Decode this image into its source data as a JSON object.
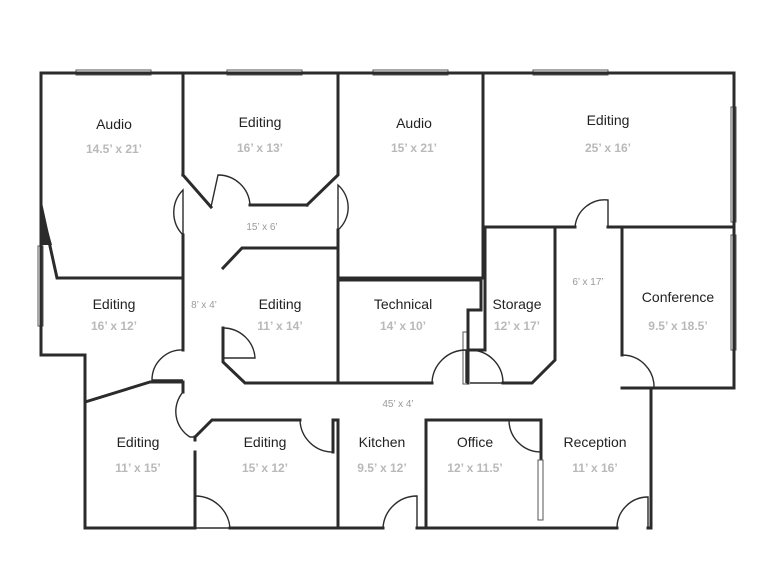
{
  "rooms": [
    {
      "name": "Audio",
      "dims": "14.5’ x 21’"
    },
    {
      "name": "Editing",
      "dims": "16’ x 13’"
    },
    {
      "name": "Audio",
      "dims": "15’ x 21’"
    },
    {
      "name": "Editing",
      "dims": "25’ x 16’"
    },
    {
      "name": "Editing",
      "dims": "16’ x 12’"
    },
    {
      "name": "Editing",
      "dims": "11’ x 14’"
    },
    {
      "name": "Technical",
      "dims": "14’ x 10’"
    },
    {
      "name": "Storage",
      "dims": "12’ x 17’"
    },
    {
      "name": "Conference",
      "dims": "9.5’ x 18.5’"
    },
    {
      "name": "Editing",
      "dims": "11’ x 15’"
    },
    {
      "name": "Editing",
      "dims": "15’ x 12’"
    },
    {
      "name": "Kitchen",
      "dims": "9.5’ x 12’"
    },
    {
      "name": "Office",
      "dims": "12’ x 11.5’"
    },
    {
      "name": "Reception",
      "dims": "11’ x 16’"
    }
  ],
  "hallways": [
    {
      "dims": "15’ x 6’"
    },
    {
      "dims": "8’ x 4’"
    },
    {
      "dims": "6’ x 17’"
    },
    {
      "dims": "45’ x 4’"
    }
  ]
}
